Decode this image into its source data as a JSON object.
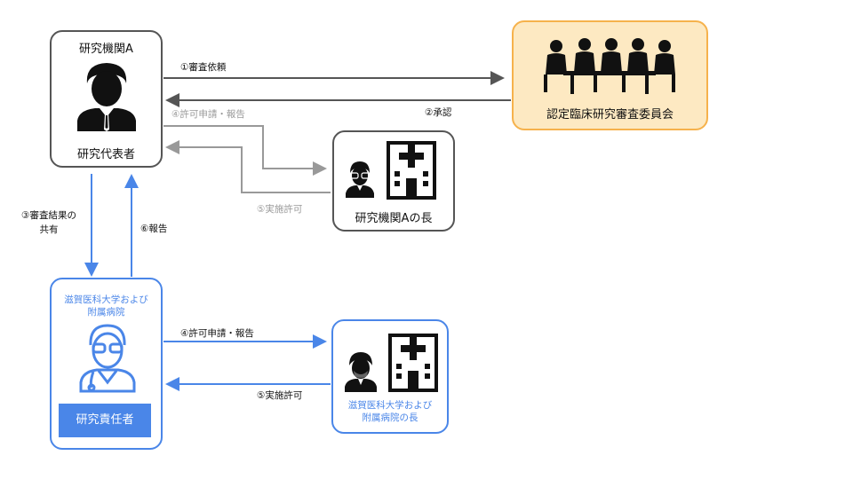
{
  "nodes": {
    "institution_a": {
      "title": "研究機関A",
      "role": "研究代表者"
    },
    "committee": {
      "label": "認定臨床研究審査委員会"
    },
    "head_a": {
      "label": "研究機関Aの長"
    },
    "shiga": {
      "title": "滋賀医科大学および\n附属病院",
      "role": "研究責任者"
    },
    "shiga_head": {
      "label": "滋賀医科大学および\n附属病院の長"
    }
  },
  "arrows": {
    "review_request": "①審査依頼",
    "approval": "②承認",
    "share_results": "③審査結果の\n共有",
    "permission_request_a": "④許可申請・報告",
    "permission_a": "⑤実施許可",
    "report": "⑥報告",
    "permission_request_shiga": "④許可申請・報告",
    "permission_shiga": "⑤実施許可"
  },
  "colors": {
    "dark": "#555555",
    "blue": "#4a86e8",
    "gray": "#999999",
    "orange_border": "#f6b24c",
    "orange_fill": "#fde9c2"
  },
  "icons": [
    "researcher-icon",
    "meeting-icon",
    "doctor-icon",
    "hospital-icon",
    "surgeon-icon"
  ]
}
